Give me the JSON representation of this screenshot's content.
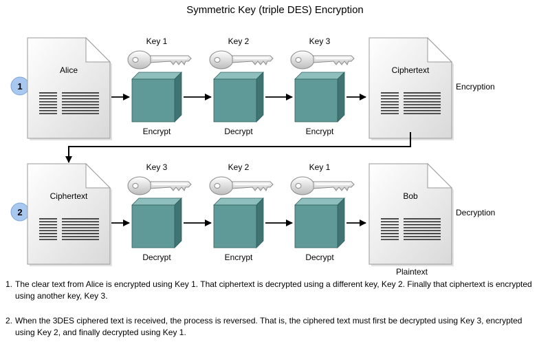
{
  "title": "Symmetric Key (triple DES) Encryption",
  "colors": {
    "cube_face": "#5f9a98",
    "cube_top": "#8fbfbd",
    "cube_side": "#3f7472",
    "step_badge": "#a8c8f0",
    "key_fill": "#e4e4e4"
  },
  "rows": [
    {
      "step": "1",
      "source_doc": "Alice",
      "keys": [
        "Key 1",
        "Key 2",
        "Key 3"
      ],
      "operations": [
        "Encrypt",
        "Decrypt",
        "Encrypt"
      ],
      "target_doc": "Ciphertext",
      "target_caption": "",
      "row_label": "Encryption"
    },
    {
      "step": "2",
      "source_doc": "Ciphertext",
      "keys": [
        "Key 3",
        "Key 2",
        "Key 1"
      ],
      "operations": [
        "Decrypt",
        "Encrypt",
        "Decrypt"
      ],
      "target_doc": "Bob",
      "target_caption": "Plaintext",
      "row_label": "Decryption"
    }
  ],
  "notes": [
    {
      "num": "1.",
      "text": "The clear text from Alice is encrypted using Key 1. That ciphertext is decrypted using a different key, Key 2. Finally that ciphertext is encrypted using another key, Key 3."
    },
    {
      "num": "2.",
      "text": "When the 3DES ciphered text is received, the process is reversed. That is, the ciphered text must first be decrypted using Key 3, encrypted using Key 2, and finally decrypted using Key 1."
    }
  ]
}
